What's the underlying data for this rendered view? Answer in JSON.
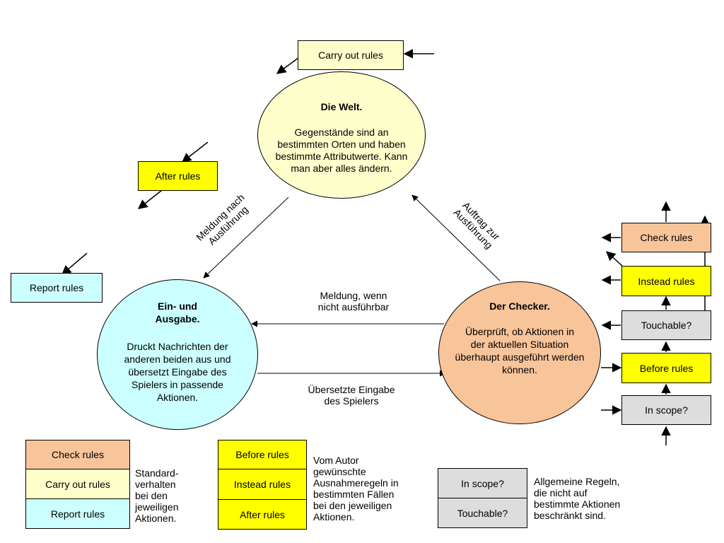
{
  "colors": {
    "check": "#f8c49a",
    "carry": "#ffffcc",
    "report": "#ccffff",
    "yellow": "#ffff00",
    "grey": "#dddddd",
    "world": "#ffffcc",
    "io": "#ccffff",
    "checker": "#f8c49a"
  },
  "top_box": {
    "label": "Carry out rules"
  },
  "after_box": {
    "label": "After rules"
  },
  "report_box": {
    "label": "Report rules"
  },
  "world": {
    "title": "Die Welt.",
    "body_1": "Gegenstände sind an",
    "body_2": "bestimmten Orten und haben",
    "body_3": "bestimmte Attributwerte. Kann",
    "body_4": "man aber alles ändern."
  },
  "io": {
    "title_1": "Ein- und",
    "title_2": "Ausgabe.",
    "body_1": "Druckt Nachrichten der",
    "body_2": "anderen beiden aus und",
    "body_3": "übersetzt Eingabe des",
    "body_4": "Spielers in passende",
    "body_5": "Aktionen."
  },
  "checker": {
    "title": "Der Checker.",
    "body_1": "Überprüft, ob Aktionen in",
    "body_2": "der aktuellen Situation",
    "body_3": "überhaupt ausgeführt werden",
    "body_4": "können."
  },
  "edge_labels": {
    "meldung_nach_1": "Meldung nach",
    "meldung_nach_2": "Ausführung",
    "auftrag_1": "Auftrag zur",
    "auftrag_2": "Ausführung",
    "meldung_wenn_1": "Meldung, wenn",
    "meldung_wenn_2": "nicht ausführbar",
    "uebersetzte_1": "Übersetzte Eingabe",
    "uebersetzte_2": "des Spielers"
  },
  "stack": {
    "check": "Check rules",
    "instead": "Instead rules",
    "touchable": "Touchable?",
    "before": "Before rules",
    "inscope": "In scope?"
  },
  "legend": {
    "group1": {
      "items": [
        "Check rules",
        "Carry out rules",
        "Report rules"
      ],
      "text_1": "Standard-",
      "text_2": "verhalten",
      "text_3": "bei den",
      "text_4": "jeweiligen",
      "text_5": "Aktionen."
    },
    "group2": {
      "items": [
        "Before rules",
        "Instead rules",
        "After rules"
      ],
      "text_1": "Vom Autor",
      "text_2": "gewünschte",
      "text_3": "Ausnahmeregeln in",
      "text_4": "bestimmten Fällen",
      "text_5": "bei den jeweiligen",
      "text_6": "Aktionen."
    },
    "group3": {
      "items": [
        "In scope?",
        "Touchable?"
      ],
      "text_1": "Allgemeine Regeln,",
      "text_2": "die nicht auf",
      "text_3": "bestimmte Aktionen",
      "text_4": "beschränkt sind."
    }
  }
}
